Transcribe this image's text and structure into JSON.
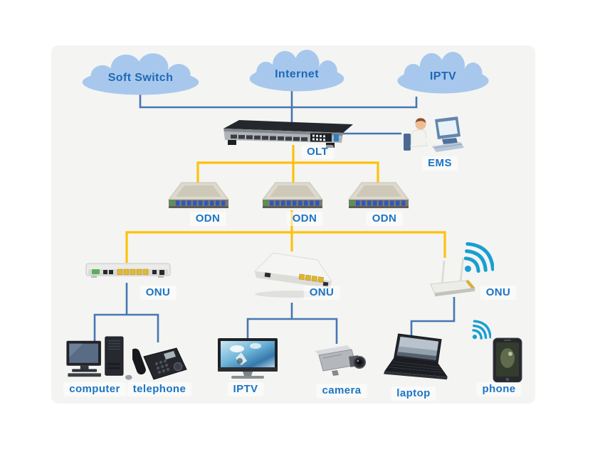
{
  "colors": {
    "line_blue": "#4577b3",
    "line_yellow": "#fdc10e",
    "label_blue": "#1b74c5",
    "cloud_fill": "#a7c8ec",
    "cloud_text": "#1d68b8",
    "wifi": "#189fd2",
    "panel_bg": "#f4f4f2"
  },
  "clouds": [
    {
      "label": "Soft Switch"
    },
    {
      "label": "Internet"
    },
    {
      "label": "IPTV"
    }
  ],
  "core": {
    "olt_label": "OLT",
    "ems_label": "EMS"
  },
  "odn_units": [
    {
      "label": "ODN"
    },
    {
      "label": "ODN"
    },
    {
      "label": "ODN"
    }
  ],
  "onu_units": [
    {
      "label": "ONU"
    },
    {
      "label": "ONU"
    },
    {
      "label": "ONU"
    }
  ],
  "endpoints": [
    {
      "label": "computer"
    },
    {
      "label": "telephone"
    },
    {
      "label": "IPTV"
    },
    {
      "label": "camera"
    },
    {
      "label": "laptop"
    },
    {
      "label": "phone"
    }
  ]
}
